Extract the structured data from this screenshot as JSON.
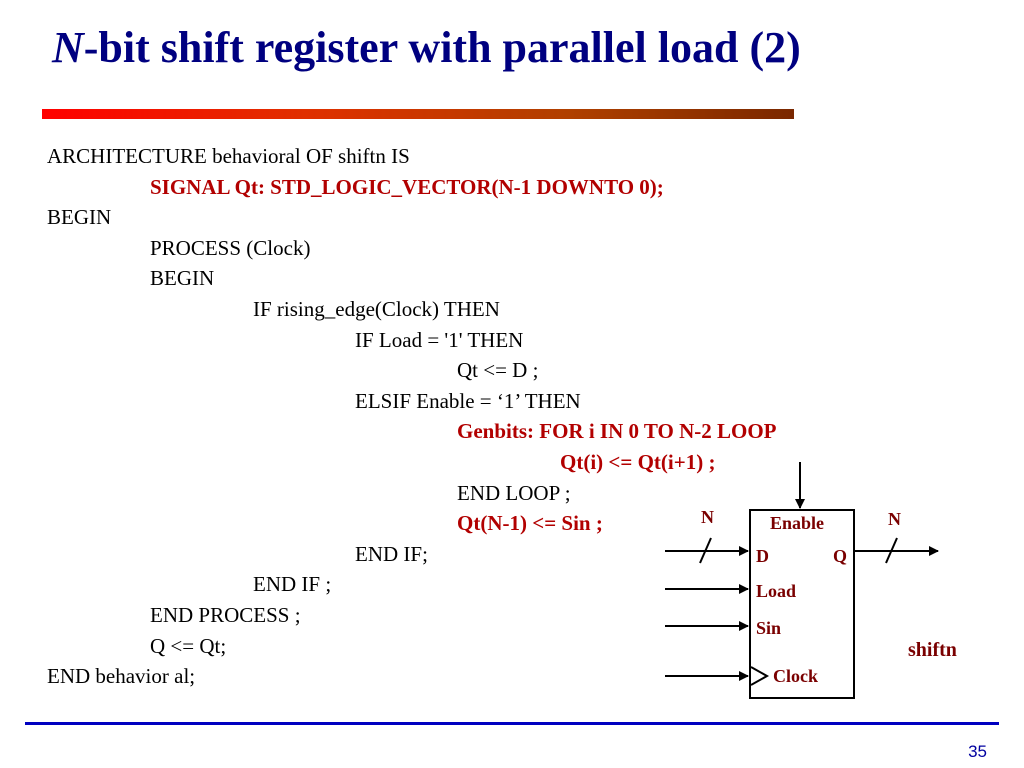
{
  "title": {
    "italic_part": "N",
    "rest": "-bit shift register with parallel load (2)"
  },
  "code_lines": [
    "ARCHITECTURE behavioral OF shiftn IS",
    "SIGNAL Qt: STD_LOGIC_VECTOR(N-1 DOWNTO 0);",
    "BEGIN",
    "PROCESS (Clock)",
    "BEGIN",
    "IF rising_edge(Clock) THEN",
    "IF Load = '1' THEN",
    "Qt <= D ;",
    "ELSIF Enable = ‘1’ THEN",
    "Genbits: FOR i IN 0 TO N-2 LOOP",
    "Qt(i) <= Qt(i+1) ;",
    "END LOOP ;",
    "Qt(N-1) <= Sin ;",
    "END IF;",
    "END IF ;",
    "END PROCESS ;",
    "Q <= Qt;",
    "END behavior al;"
  ],
  "diagram": {
    "enable_label": "Enable",
    "d_label": "D",
    "q_label": "Q",
    "load_label": "Load",
    "sin_label": "Sin",
    "clock_label": "Clock",
    "bus_width_in": "N",
    "bus_width_out": "N",
    "entity_name": "shiftn",
    "box_color": "#000000",
    "label_color": "#7a0000"
  },
  "colors": {
    "title": "#000080",
    "highlight": "#b20000",
    "rule_start": "#ff0000",
    "rule_end": "#7a2800",
    "footer_rule": "#0000c0"
  },
  "page_number": "35"
}
